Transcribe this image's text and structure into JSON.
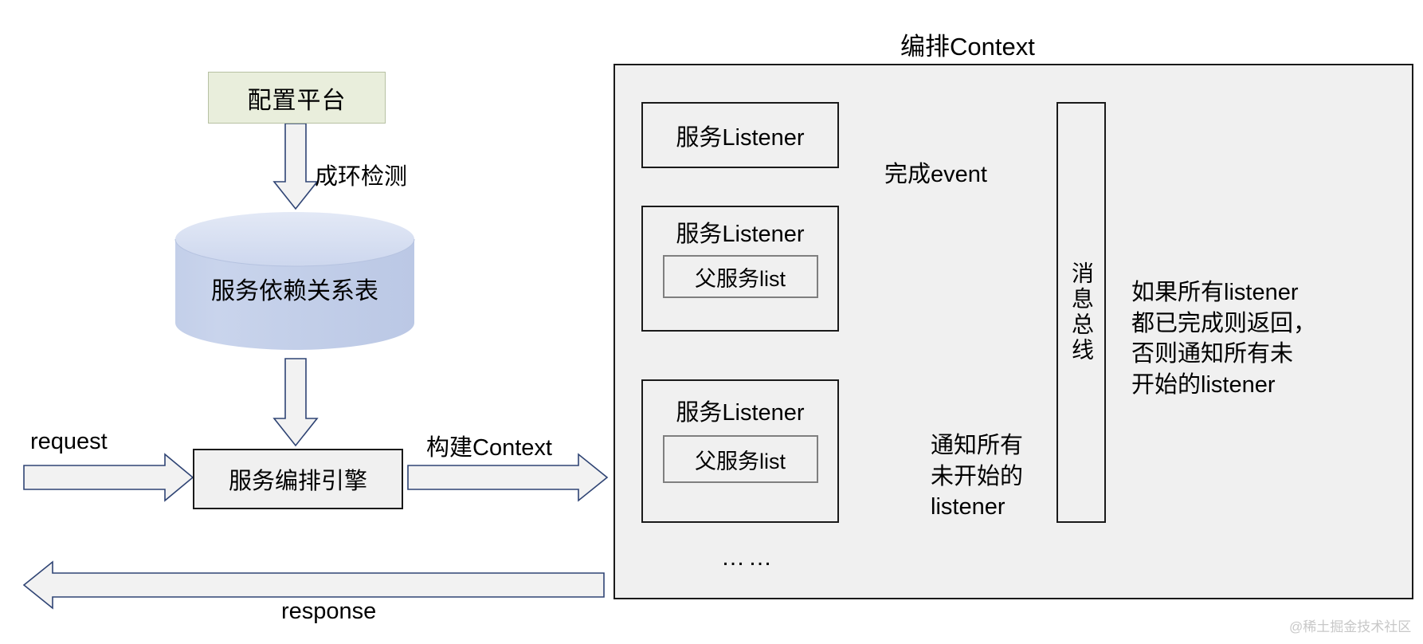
{
  "left_flow": {
    "config_platform": "配置平台",
    "cycle_check_label": "成环检测",
    "dependency_table": "服务依赖关系表",
    "orchestration_engine": "服务编排引擎",
    "request_label": "request",
    "build_context_label": "构建Context",
    "response_label": "response"
  },
  "context_panel": {
    "title": "编排Context",
    "listeners": [
      {
        "title": "服务Listener",
        "parent_list": null
      },
      {
        "title": "服务Listener",
        "parent_list": "父服务list"
      },
      {
        "title": "服务Listener",
        "parent_list": "父服务list"
      }
    ],
    "ellipsis": "……",
    "complete_event_label": "完成event",
    "notify_label": "通知所有\n未开始的\nlistener",
    "message_bus": "消息总线",
    "note": "如果所有listener\n都已完成则返回，\n否则通知所有未\n开始的listener"
  },
  "watermark": "@稀土掘金技术社区",
  "colors": {
    "config_fill": "#e9eedc",
    "config_stroke": "#b7c1a3",
    "cylinder_fill": "#c4d0ea",
    "cylinder_top": "#dde4f3",
    "panel_fill": "#f0f0f0",
    "panel_stroke": "#1a1a1a",
    "arrow_fill": "#f2f2f2",
    "arrow_stroke": "#2f4474",
    "brace_stroke": "#1f3864",
    "inner_stroke": "#7f7f7f"
  }
}
